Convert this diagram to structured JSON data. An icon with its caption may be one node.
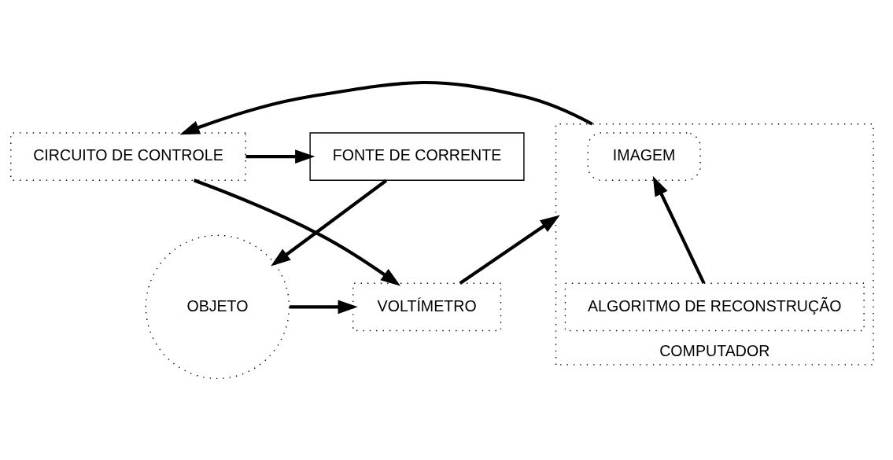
{
  "diagram": {
    "nodes": [
      {
        "text": [
          "FONTE DE CORRENTE"
        ]
      },
      {
        "text": [
          "CIRCUITO DE CONTROLE"
        ]
      },
      {
        "text": [
          "COMPUTADOR"
        ]
      },
      {
        "text": [
          "IMAGEM"
        ],
        "in": 2
      },
      {
        "text": [
          "OBJETO"
        ]
      },
      {
        "text": [
          "VOLTÍMETRO"
        ]
      },
      {
        "text": [
          "ALGORITMO DE RECONSTRUÇÃO"
        ],
        "in": 2
      }
    ],
    "edges": [
      {
        "from": 1,
        "to": 0,
        "arrow": "to"
      },
      {
        "from": 2,
        "to": 1,
        "arrow": "to"
      },
      {
        "from": 0,
        "to": 4,
        "arrow": "to"
      },
      {
        "from": 1,
        "to": 5,
        "arrow": "to"
      },
      {
        "from": 4,
        "to": 5,
        "arrow": "to"
      },
      {
        "from": 5,
        "to": 2,
        "arrow": "to"
      },
      {
        "from": 6,
        "to": 3,
        "arrow": "to"
      }
    ]
  }
}
